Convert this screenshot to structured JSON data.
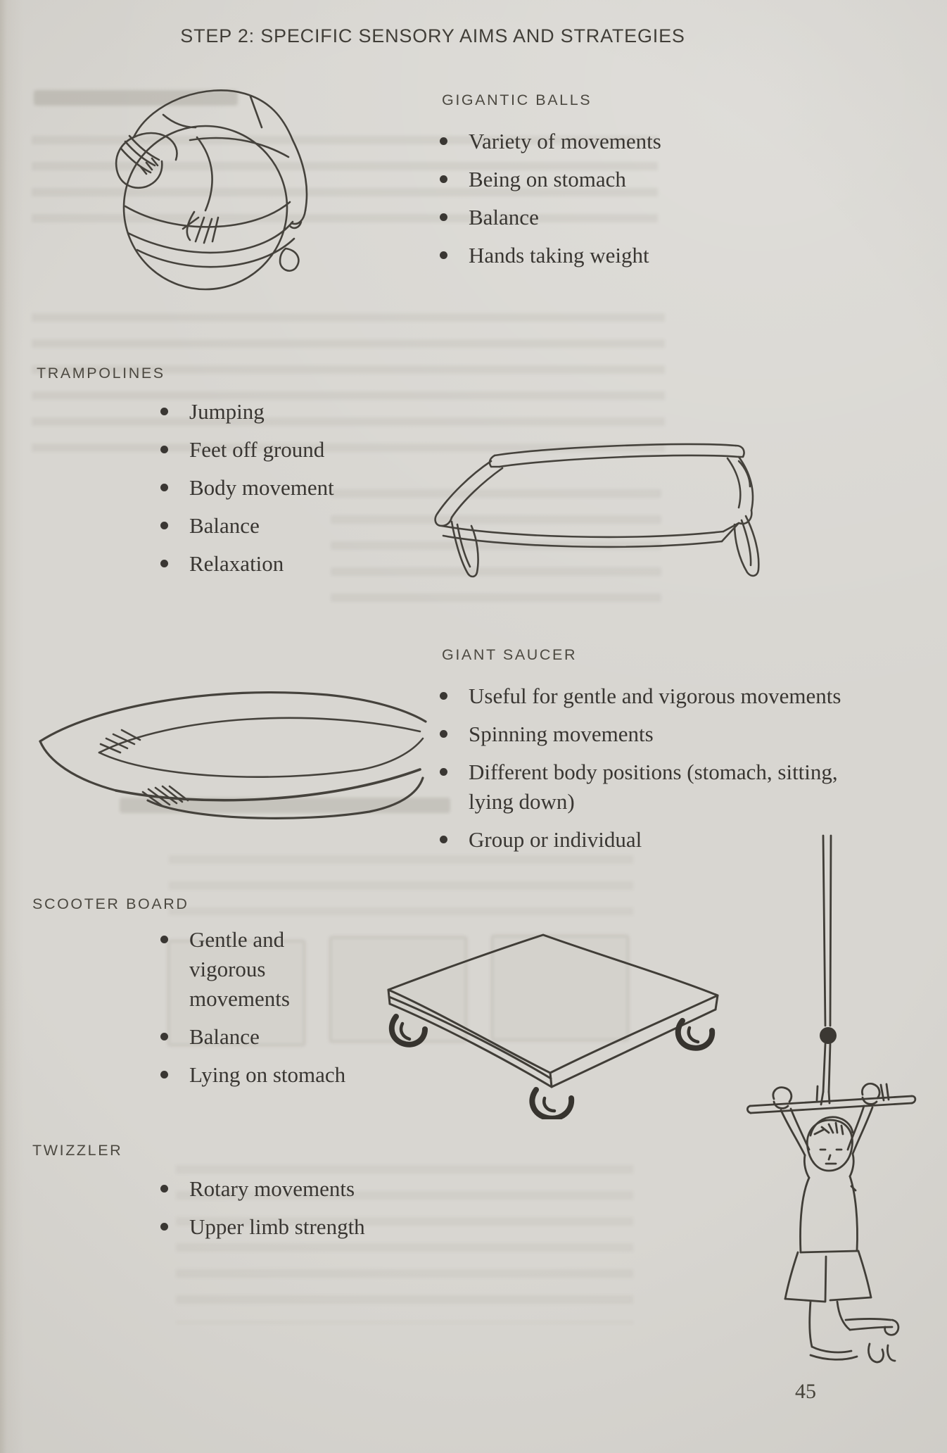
{
  "page": {
    "title": "STEP 2: SPECIFIC SENSORY AIMS AND STRATEGIES",
    "page_number": "45",
    "paper_color": "#d8d6d1",
    "ink_color": "#3b3833"
  },
  "sections": [
    {
      "heading": "GIGANTIC BALLS",
      "illustration": "child-curled-over-gigantic-ball",
      "bullets": [
        "Variety of movements",
        "Being on stomach",
        "Balance",
        "Hands taking weight"
      ]
    },
    {
      "heading": "TRAMPOLINES",
      "illustration": "trampoline",
      "bullets": [
        "Jumping",
        "Feet off ground",
        "Body movement",
        "Balance",
        "Relaxation"
      ]
    },
    {
      "heading": "GIANT SAUCER",
      "illustration": "giant-saucer-dish",
      "bullets": [
        "Useful for gentle and vigorous movements",
        "Spinning movements",
        "Different body positions (stomach, sitting, lying down)",
        "Group or individual"
      ]
    },
    {
      "heading": "SCOOTER BOARD",
      "illustration": "scooter-board-with-casters",
      "bullets": [
        "Gentle and vigorous movements",
        "Balance",
        "Lying on stomach"
      ]
    },
    {
      "heading": "TWIZZLER",
      "illustration": "child-hanging-from-twizzler-bar",
      "bullets": [
        "Rotary movements",
        "Upper limb strength"
      ]
    }
  ]
}
